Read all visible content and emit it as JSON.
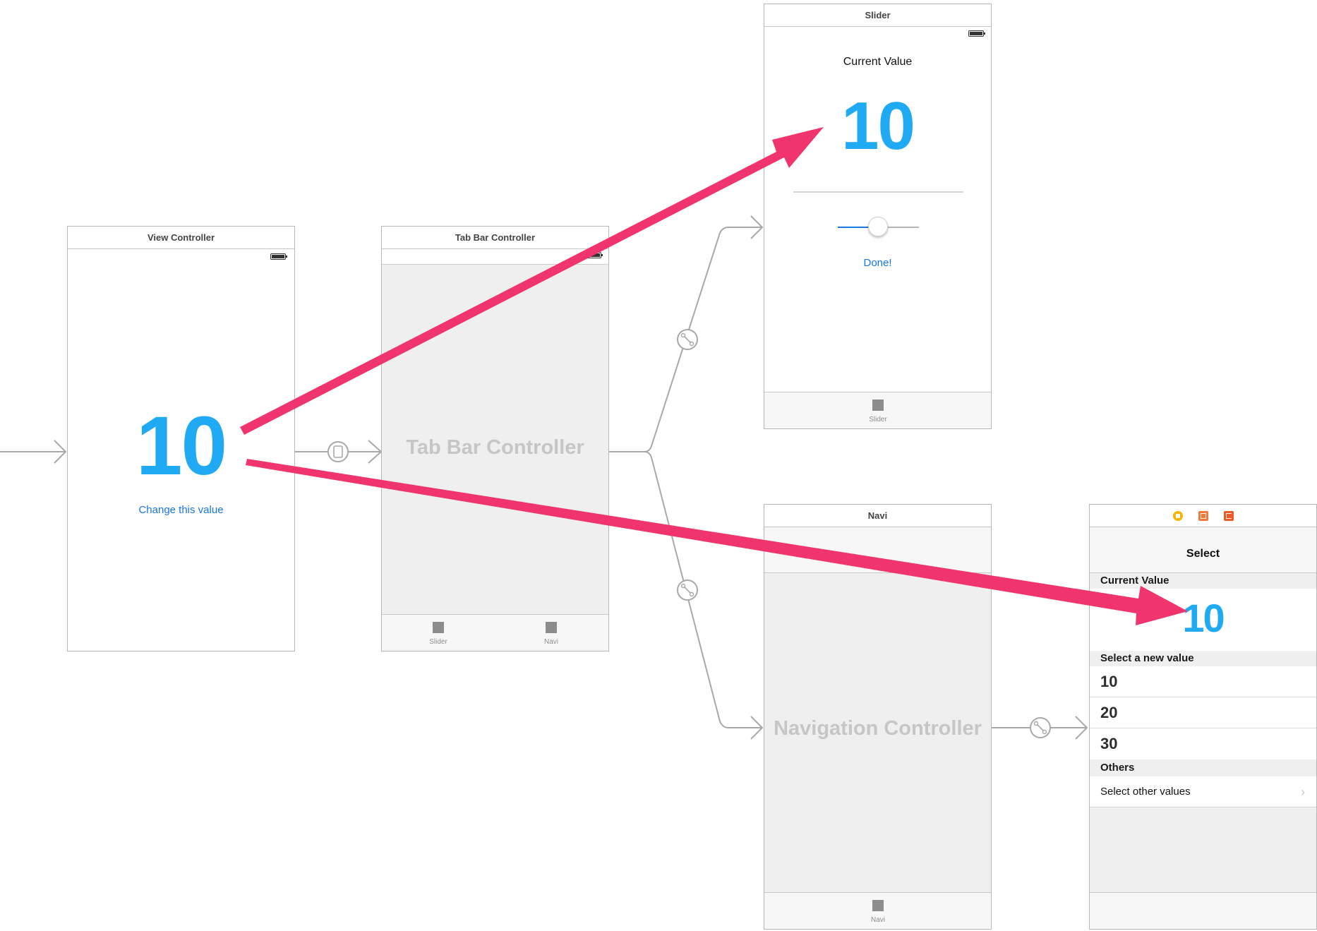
{
  "view_controller": {
    "title": "View Controller",
    "value": "10",
    "change_button": "Change this value"
  },
  "tab_bar_controller": {
    "title": "Tab Bar Controller",
    "placeholder": "Tab Bar Controller",
    "tabs": [
      {
        "label": "Slider",
        "icon": "tab-square-icon"
      },
      {
        "label": "Navi",
        "icon": "tab-square-icon"
      }
    ]
  },
  "slider_scene": {
    "title": "Slider",
    "heading": "Current Value",
    "value": "10",
    "slider_level": 0.47,
    "done_button": "Done!",
    "tab_label": "Slider"
  },
  "navi_scene": {
    "title": "Navi",
    "placeholder": "Navigation Controller",
    "tab_label": "Navi"
  },
  "select_scene": {
    "dock_icons": [
      "view-controller-icon",
      "first-responder-icon",
      "exit-icon"
    ],
    "nav_title": "Select",
    "section_current": "Current Value",
    "current_value": "10",
    "section_new": "Select a new value",
    "options": [
      "10",
      "20",
      "30"
    ],
    "section_others": "Others",
    "other_cell": "Select other values"
  },
  "colors": {
    "accent_blue": "#21aaf4",
    "link_blue": "#1677e5",
    "arrow_pink": "#f0356e",
    "segue_gray": "#a8a8a8"
  }
}
